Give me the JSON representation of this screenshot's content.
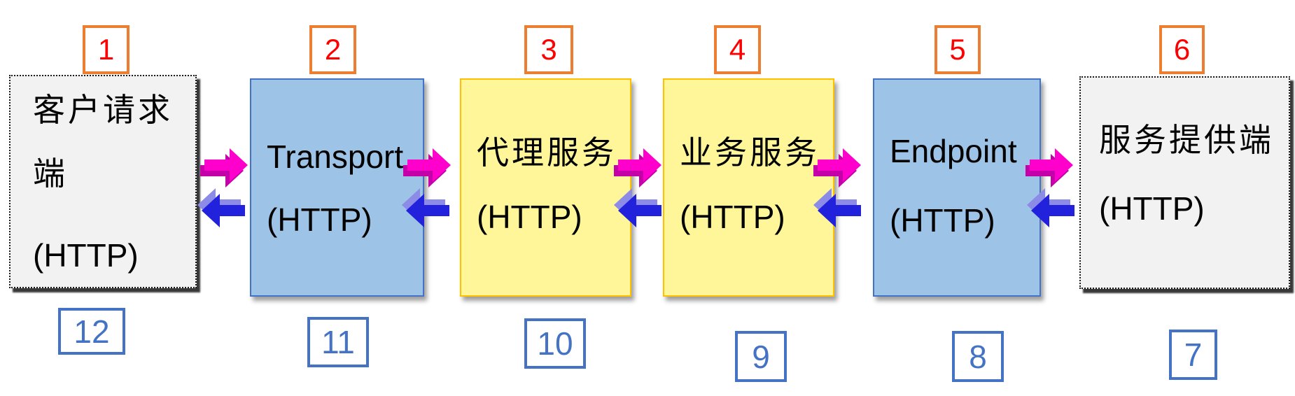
{
  "nodes": [
    {
      "name_line1": "客户请求",
      "name_line2": "端",
      "protocol": "(HTTP)",
      "step_top": "1",
      "step_bottom": "12"
    },
    {
      "name_line1": "Transport",
      "name_line2": "",
      "protocol": "(HTTP)",
      "step_top": "2",
      "step_bottom": "11"
    },
    {
      "name_line1": "代理服务",
      "name_line2": "",
      "protocol": "(HTTP)",
      "step_top": "3",
      "step_bottom": "10"
    },
    {
      "name_line1": "业务服务",
      "name_line2": "",
      "protocol": "(HTTP)",
      "step_top": "4",
      "step_bottom": "9"
    },
    {
      "name_line1": "Endpoint",
      "name_line2": "",
      "protocol": "(HTTP)",
      "step_top": "5",
      "step_bottom": "8"
    },
    {
      "name_line1": "服务提供端",
      "name_line2": "",
      "protocol": "(HTTP)",
      "step_top": "6",
      "step_bottom": "7"
    }
  ],
  "colors": {
    "box_gray_fill": "#F2F2F2",
    "box_gray_border": "#1b1b1b",
    "box_blue_fill": "#9DC3E6",
    "box_blue_border": "#4472C4",
    "box_yellow_fill": "#FFF599",
    "box_yellow_border": "#FFC000",
    "badge_top_border": "#ED7D31",
    "badge_top_text": "#FF0000",
    "badge_bottom_border": "#4472C4",
    "badge_bottom_text": "#4472C4",
    "arrow_forward": "#FF00CC",
    "arrow_forward_shadow": "#C400A8",
    "arrow_back": "#2222DD",
    "arrow_back_shadow": "#8C8CE8"
  }
}
